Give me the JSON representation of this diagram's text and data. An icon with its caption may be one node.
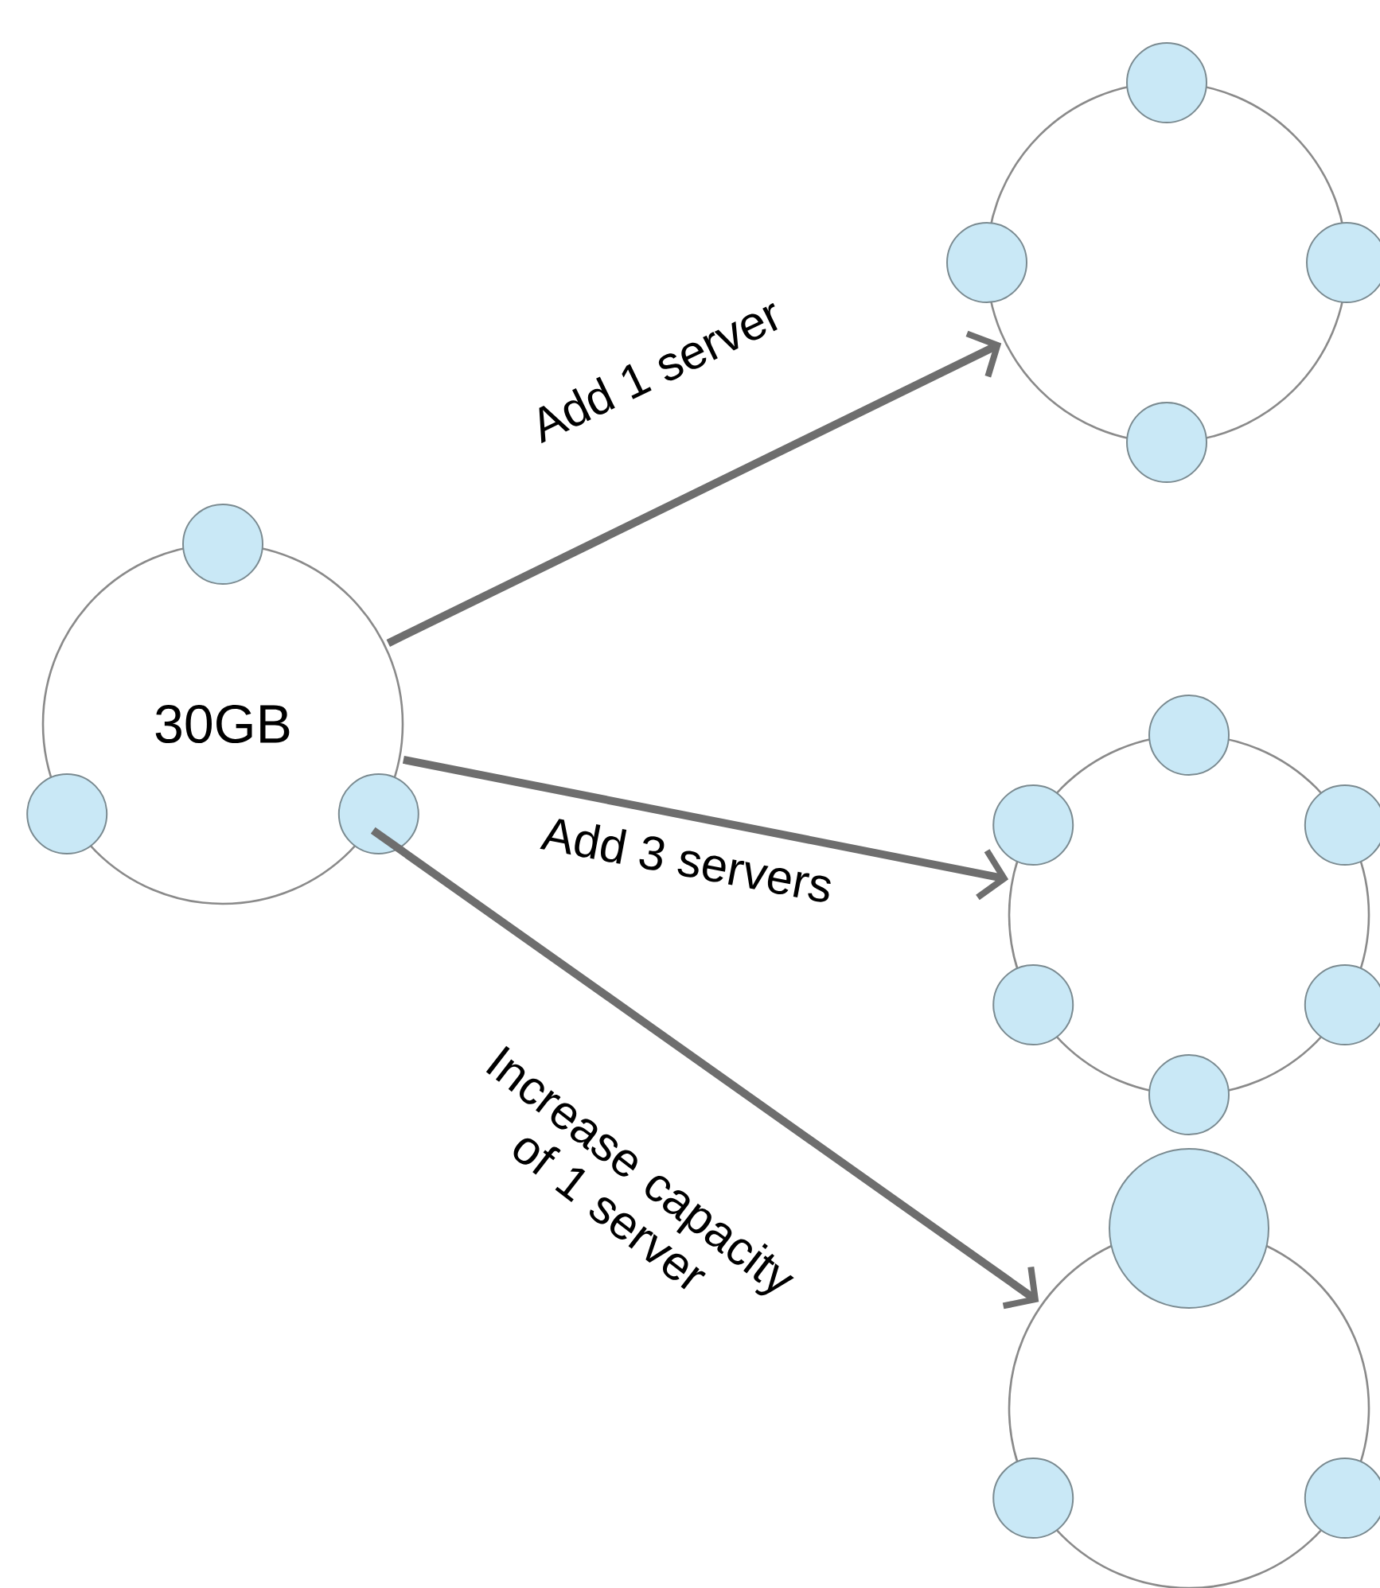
{
  "diagram": {
    "nodes": [
      {
        "text": [
          "30GB"
        ]
      },
      {
        "text": [],
        "shape": "circle"
      },
      {
        "text": [],
        "shape": "circle"
      },
      {
        "text": [],
        "shape": "circle"
      }
    ],
    "edges": [
      {
        "from": 0,
        "to": 1,
        "arrow": "to",
        "label": "Add 1 server"
      },
      {
        "from": 0,
        "to": 2,
        "arrow": "to",
        "label": "Add 3 servers"
      },
      {
        "from": 0,
        "to": 3,
        "arrow": "to",
        "label": "Increase capacity of 1 server"
      }
    ]
  }
}
